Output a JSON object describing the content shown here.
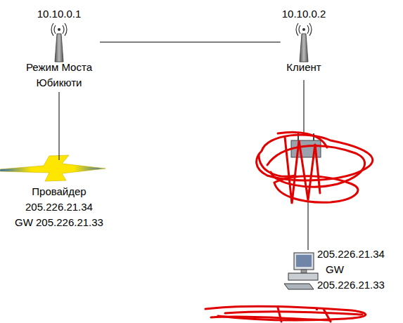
{
  "diagram": {
    "nodes": [
      {
        "text": [
          "10.10.0.1",
          "Режим Моста Юбикюти"
        ]
      },
      {
        "text": [
          "10.10.0.2",
          "Клиент"
        ]
      },
      {
        "text": [
          "Провайдер",
          "205.226.21.34",
          "GW 205.226.21.33"
        ]
      },
      {
        "text": [
          "205.226.21.34",
          "GW",
          "205.226.21.33"
        ]
      }
    ],
    "edges": [
      {
        "from": 0,
        "to": 1,
        "arrow": "none"
      },
      {
        "from": 0,
        "to": 2,
        "arrow": "none"
      }
    ]
  }
}
